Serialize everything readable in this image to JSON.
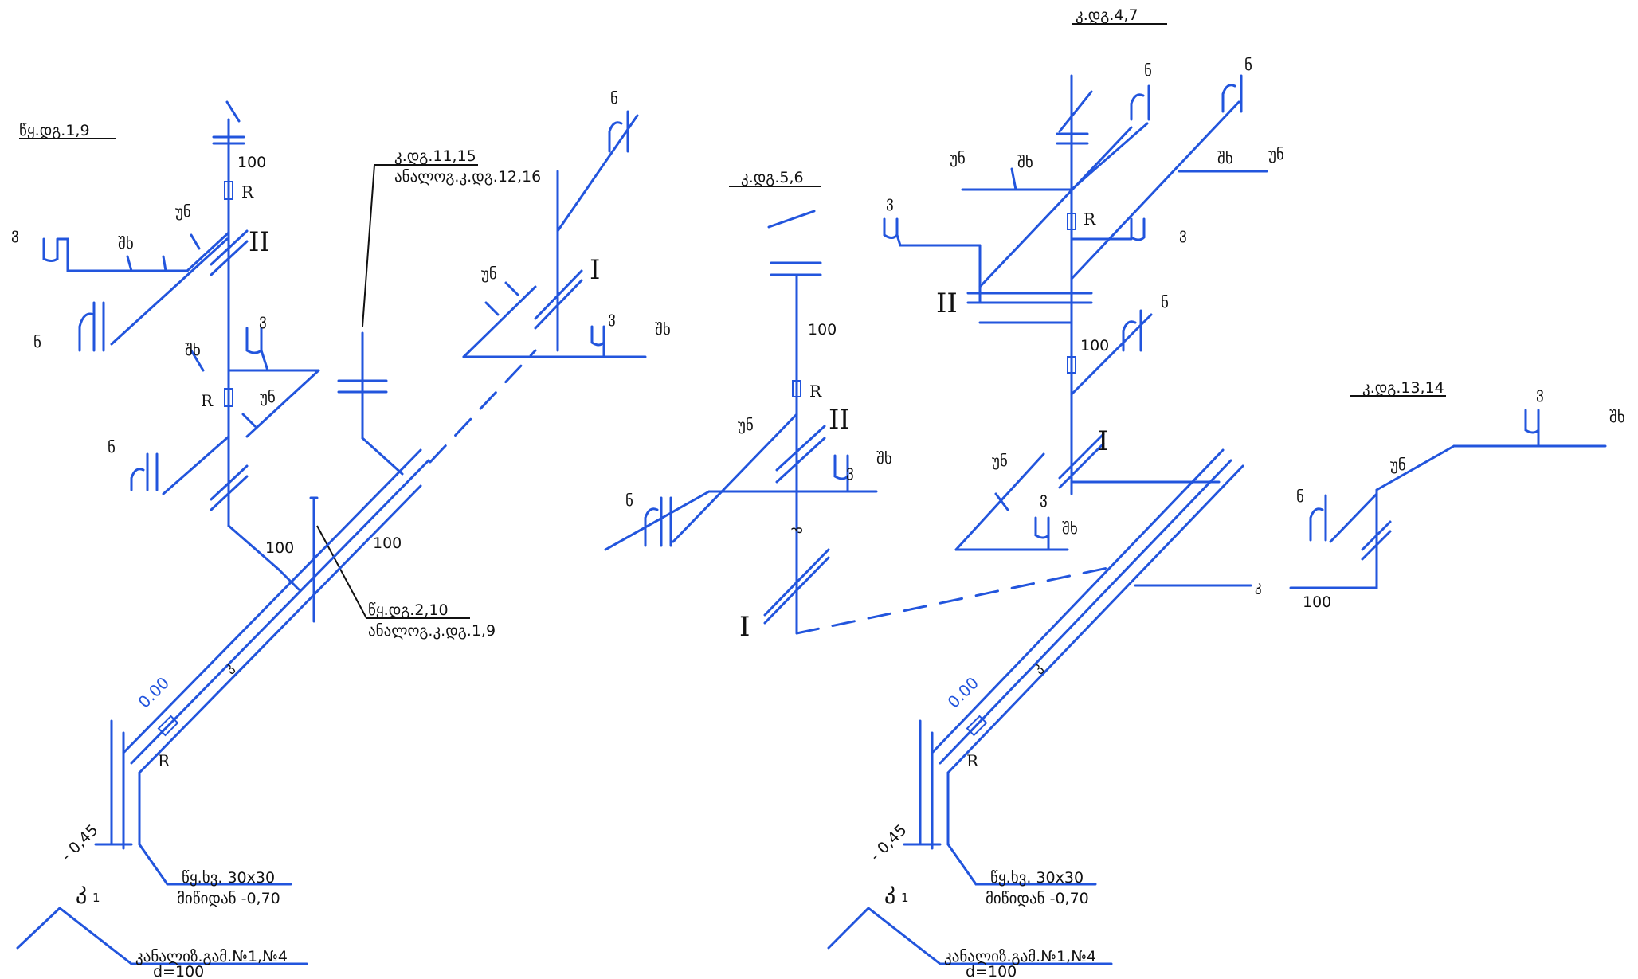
{
  "diagram": {
    "colors": {
      "pipe": "#2255dd",
      "text": "#111111",
      "background": "#ffffff"
    },
    "risers": {
      "st_1_9": "წყ.დგ.1,9",
      "st_11_15": "კ.დგ.11,15",
      "st_11_15_sub": "ანალოგ.კ.დგ.12,16",
      "st_2_10": "წყ.დგ.2,10",
      "st_2_10_sub": "ანალოგ.კ.დგ.1,9",
      "st_5_6": "კ.დგ.5,6",
      "st_4_7": "კ.დგ.4,7",
      "st_13_14": "კ.დგ.13,14"
    },
    "fixtures": {
      "sink": "ნ",
      "toilet": "ვ",
      "bath": "შხ",
      "washbasin": "უნ"
    },
    "floors": {
      "first": "I",
      "second": "II"
    },
    "sizes": {
      "d100": "100"
    },
    "marks": {
      "revision": "R",
      "k1": "კ",
      "k1_sub": "1"
    },
    "levels": {
      "zero": "0.00",
      "minus045": "- 0,45"
    },
    "wells": {
      "size": "წყ.ხვ. 30x30",
      "depth": "მიწიდან -0,70",
      "sewer": "კანალიზ.გამ.№1,№4",
      "diameter": "d=100"
    }
  }
}
